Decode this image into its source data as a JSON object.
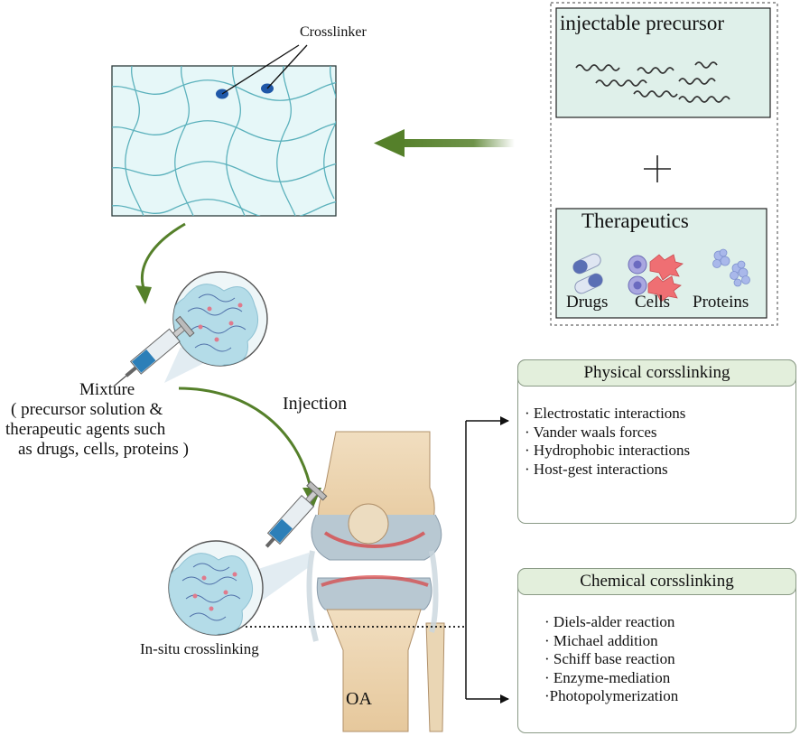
{
  "crosslinker_label": "Crosslinker",
  "precursor_label": "injectable precursor",
  "plus_sign": "+",
  "therapeutics": {
    "title": "Therapeutics",
    "items": [
      "Drugs",
      "Cells",
      "Proteins"
    ]
  },
  "mixture": {
    "line1": "Mixture",
    "line2": "( precursor solution &",
    "line3": "therapeutic agents such",
    "line4": "as drugs, cells, proteins )"
  },
  "injection_label": "Injection",
  "insitu_label": "In-situ crosslinking",
  "oa_label": "OA",
  "physical": {
    "title": "Physical corsslinking",
    "items": [
      "· Electrostatic interactions",
      "· Vander waals forces",
      "· Hydrophobic interactions",
      "· Host-gest interactions"
    ]
  },
  "chemical": {
    "title": "Chemical corsslinking",
    "items": [
      "· Diels-alder reaction",
      "· Michael addition",
      "· Schiff base reaction",
      "· Enzyme-mediation",
      "·Photopolymerization"
    ]
  },
  "colors": {
    "arrow_green": "#55802a",
    "network_line": "#5bb1bc",
    "hydrogel_bg": "#e6f7f8",
    "panel_bg": "#dff0ea",
    "box_header": "#e3efdc",
    "crosslinker_dot": "#2058a8"
  }
}
